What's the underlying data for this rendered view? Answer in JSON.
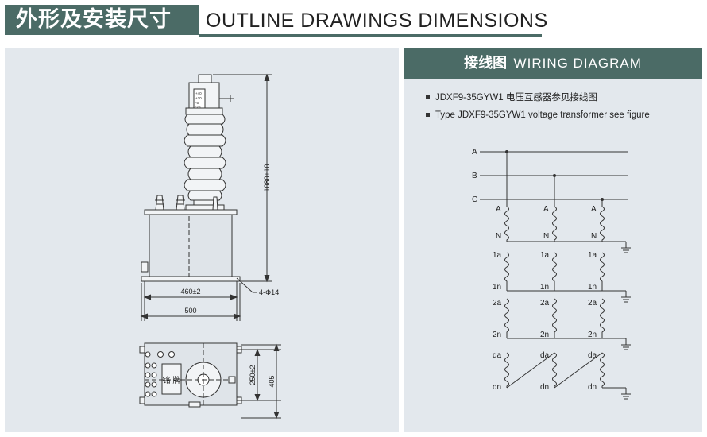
{
  "header": {
    "title_cn": "外形及安装尺寸",
    "title_en": "OUTLINE DRAWINGS DIMENSIONS"
  },
  "outline": {
    "height_dim": "1080±10",
    "base_inner_dim": "460±2",
    "base_outer_dim": "500",
    "hole_dim": "4-Φ14",
    "plan_inner_dim": "250±2",
    "plan_outer_dim": "405",
    "thermo_labels": [
      "+40",
      "+20",
      "-5",
      "-25"
    ],
    "plate_text": "铭 牌"
  },
  "wiring": {
    "title_cn": "接线图",
    "title_en": "WIRING DIAGRAM",
    "notes": [
      "JDXF9-35GYW1 电压互感器参见接线图",
      "Type JDXF9-35GYW1 voltage transformer see figure"
    ],
    "buses": [
      "A",
      "B",
      "C"
    ],
    "primary_top": "A",
    "primary_bottom": "N",
    "sec1_top": "1a",
    "sec1_bottom": "1n",
    "sec2_top": "2a",
    "sec2_bottom": "2n",
    "sec3_top": "da",
    "sec3_bottom": "dn"
  },
  "colors": {
    "accent": "#4b6b66",
    "panel": "#e3e8ed",
    "line": "#333333"
  }
}
